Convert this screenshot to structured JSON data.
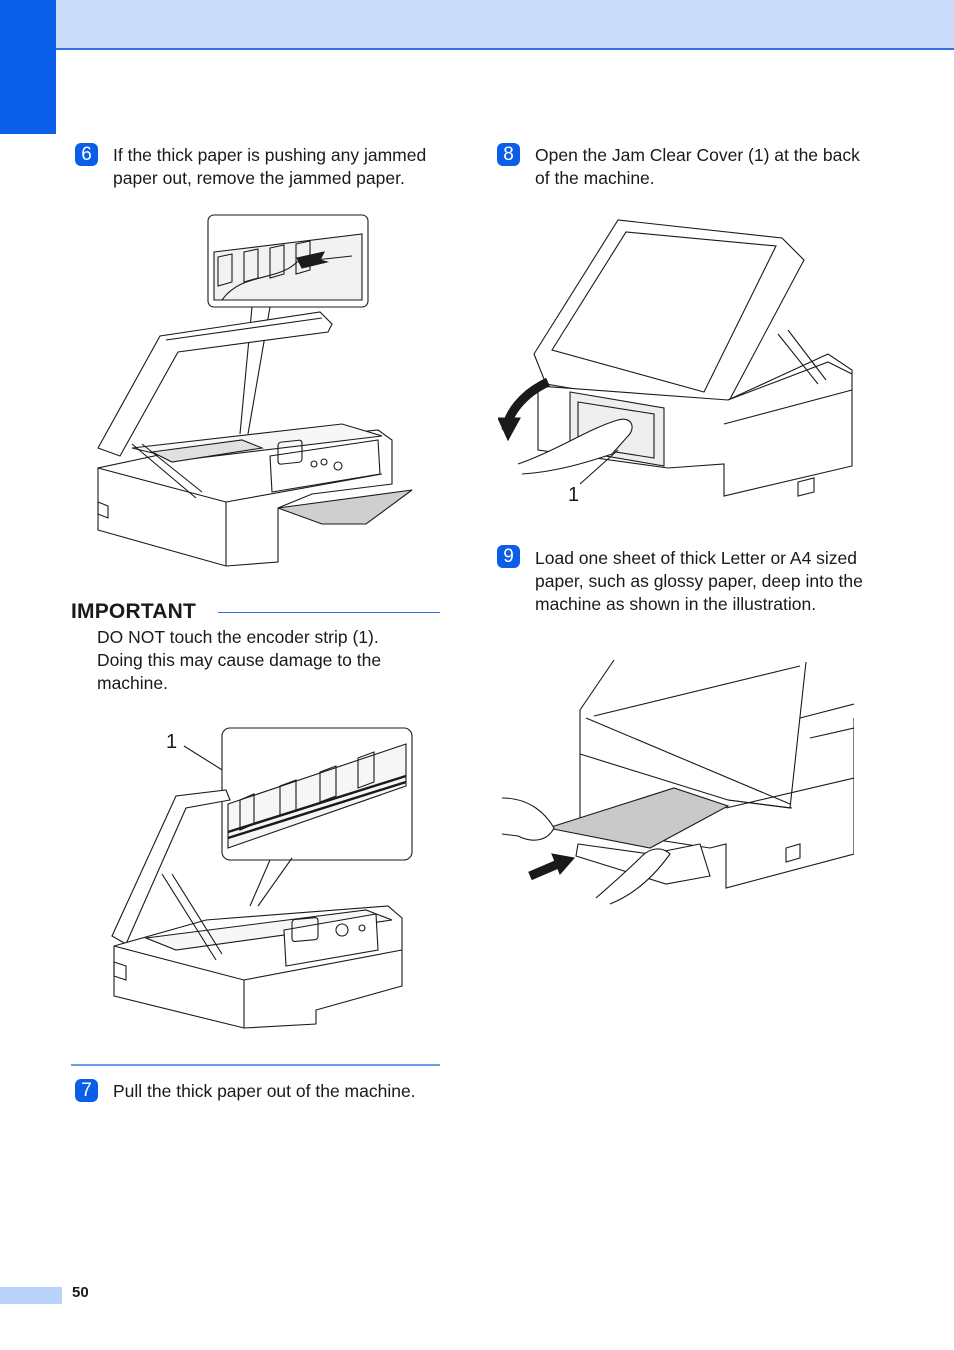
{
  "steps": [
    {
      "number": "6",
      "text": "If the thick paper is pushing any jammed paper out, remove the jammed paper."
    },
    {
      "number": "7",
      "text": "Pull the thick paper out of the machine."
    },
    {
      "number": "8",
      "text": "Open the Jam Clear Cover (1) at the back of the machine."
    },
    {
      "number": "9",
      "text": "Load one sheet of thick Letter or A4 sized paper, such as glossy paper, deep into the machine as shown in the illustration."
    }
  ],
  "important": {
    "title": "IMPORTANT",
    "text": "DO NOT touch the encoder strip (1). Doing this may cause damage to the machine."
  },
  "callouts": {
    "encoder_strip": "1",
    "jam_clear_cover": "1"
  },
  "footer": {
    "page_number": "50"
  },
  "colors": {
    "accent": "#0a5ee8",
    "header_band": "#c9dcfa",
    "rule": "#2f6fe0"
  }
}
